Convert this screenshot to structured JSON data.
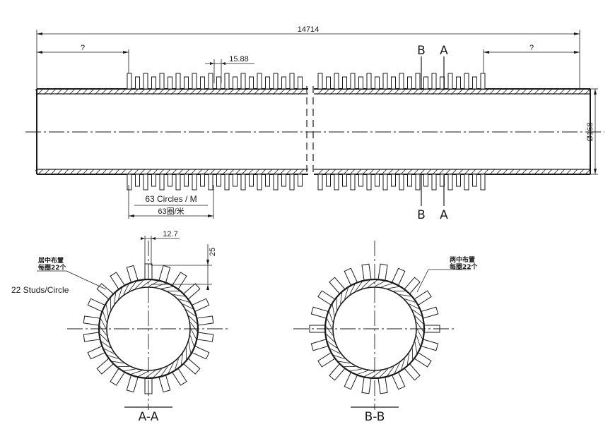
{
  "drawing": {
    "overall_length": "14714",
    "left_unknown": "?",
    "right_unknown": "?",
    "stud_pitch": "15.88",
    "diameter": "Ø168",
    "circles_per_meter": "63 Circles / M",
    "circles_spacing": "63圈/米",
    "section_mark_a": "A",
    "section_mark_b": "B",
    "stud_width": "12.7",
    "stud_height": "25",
    "section_aa": {
      "title": "A-A",
      "note_line1": "居中布置",
      "note_line2": "每圈22个",
      "studs_per_circle": "22 Studs/Circle"
    },
    "section_bb": {
      "title": "B-B",
      "note_line1": "两中布置",
      "note_line2": "每圈22个"
    }
  }
}
